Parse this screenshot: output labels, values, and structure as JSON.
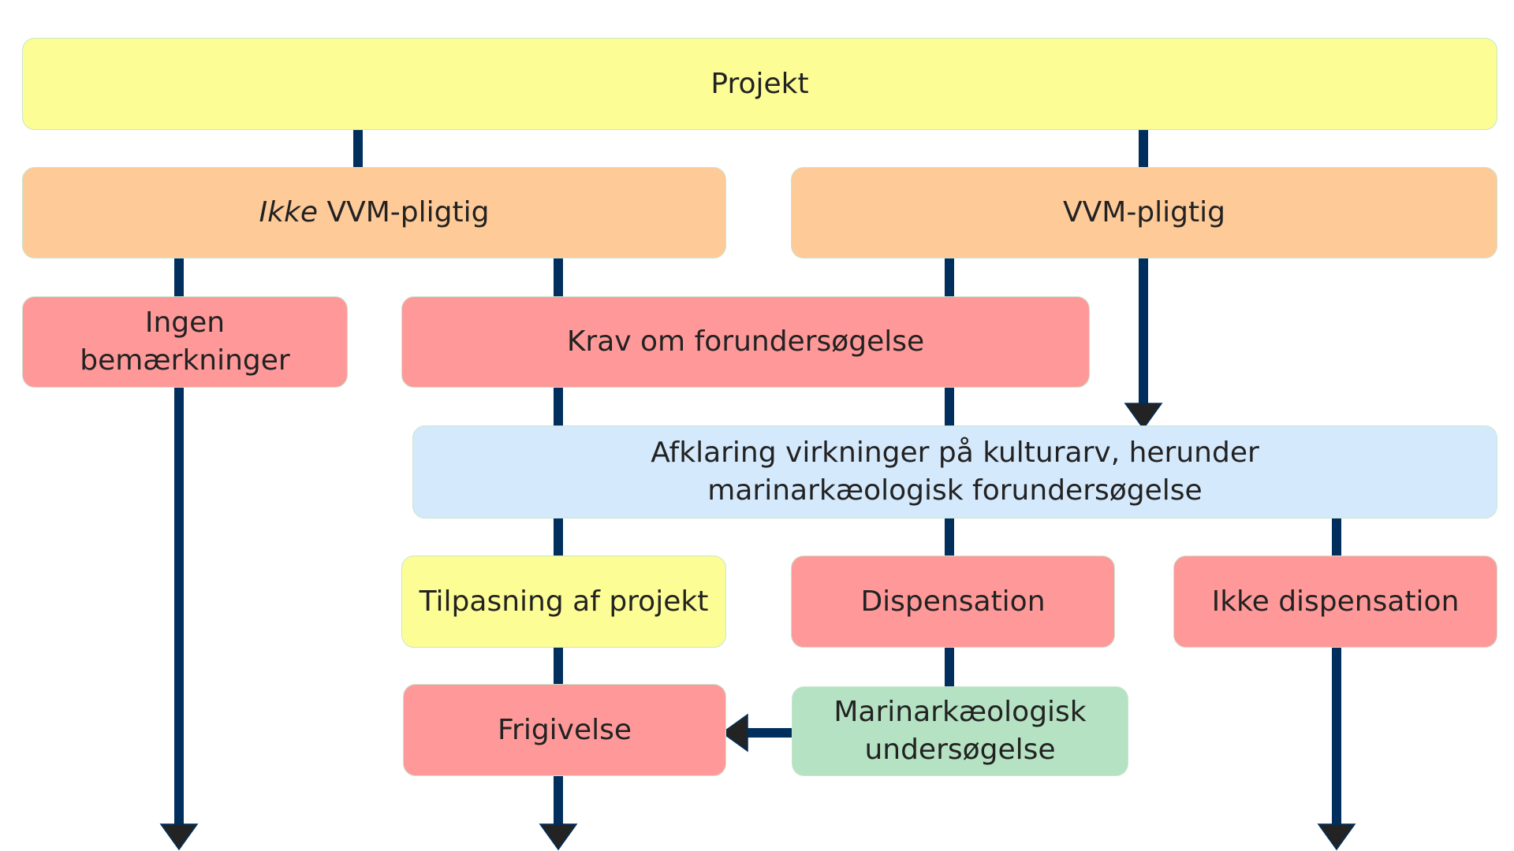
{
  "diagram": {
    "nodes": {
      "projekt": "Projekt",
      "ikke_vvm_prefix": "Ikke",
      "ikke_vvm_rest": " VVM-pligtig",
      "vvm": "VVM-pligtig",
      "ingen_line1": "Ingen",
      "ingen_line2": "bemærkninger",
      "krav": "Krav om forundersøgelse",
      "afklaring_line1": "Afklaring virkninger på kulturarv, herunder",
      "afklaring_line2": "marinarkæologisk forundersøgelse",
      "tilpasning": "Tilpasning af projekt",
      "dispensation": "Dispensation",
      "ikke_dispensation": "Ikke dispensation",
      "frigivelse": "Frigivelse",
      "marin_line1": "Marinarkæologisk",
      "marin_line2": "undersøgelse"
    },
    "colors": {
      "yellow": "#fdfd96",
      "orange": "#feca98",
      "red": "#ff9999",
      "blue": "#d5e9fc",
      "green": "#b5e2c2",
      "connector": "#002e5d"
    },
    "edges": [
      [
        "Projekt",
        "Ikke VVM-pligtig"
      ],
      [
        "Projekt",
        "VVM-pligtig"
      ],
      [
        "Ikke VVM-pligtig",
        "Ingen bemærkninger"
      ],
      [
        "Ikke VVM-pligtig",
        "Krav om forundersøgelse"
      ],
      [
        "VVM-pligtig",
        "Krav om forundersøgelse"
      ],
      [
        "VVM-pligtig",
        "Afklaring"
      ],
      [
        "Krav om forundersøgelse",
        "Afklaring"
      ],
      [
        "Afklaring",
        "Tilpasning af projekt"
      ],
      [
        "Afklaring",
        "Dispensation"
      ],
      [
        "Afklaring",
        "Ikke dispensation"
      ],
      [
        "Tilpasning af projekt",
        "Frigivelse"
      ],
      [
        "Dispensation",
        "Marinarkæologisk undersøgelse"
      ],
      [
        "Marinarkæologisk undersøgelse",
        "Frigivelse"
      ]
    ]
  }
}
